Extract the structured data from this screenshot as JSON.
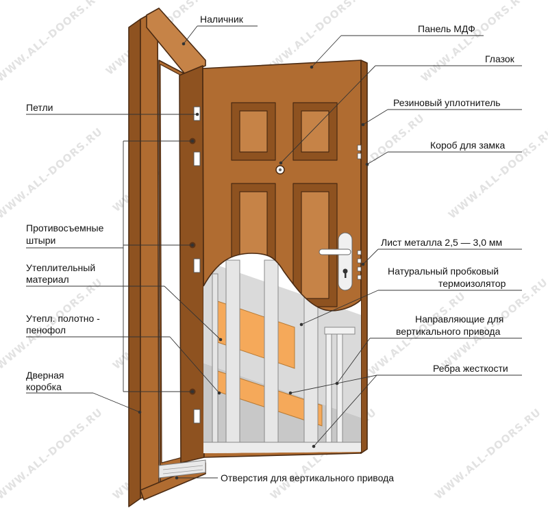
{
  "watermark": "WWW.ALL-DOORS.RU",
  "colors": {
    "wood": "#b06c31",
    "wood_light": "#c68347",
    "wood_dark": "#8e5220",
    "outline": "#4a2a12",
    "foam": "#f5a95a",
    "frame_metal": "#dcdcdc",
    "insulation": "#aeaeae"
  },
  "labels": {
    "nalichnik": "Наличник",
    "panel_mdf": "Панель МДФ",
    "glazok": "Глазок",
    "petli": "Петли",
    "uplotnitel": "Резиновый уплотнитель",
    "korob_zamka": "Короб для замка",
    "shtyri_line1": "Противосъемные",
    "shtyri_line2": "штыри",
    "list_metalla": "Лист металла 2,5 — 3,0 мм",
    "uteplitel_line1": "Утеплительный",
    "uteplitel_line2": "материал",
    "probka_line1": "Натуральный пробковый",
    "probka_line2": "термоизолятор",
    "penofol_line1": "Утепл. полотно -",
    "penofol_line2": "пенофол",
    "napravl_line1": "Направляющие для",
    "napravl_line2": "вертикального привода",
    "rebra": "Ребра жесткости",
    "korobka_line1": "Дверная",
    "korobka_line2": "коробка",
    "otverstiya": "Отверстия для вертикального привода"
  }
}
